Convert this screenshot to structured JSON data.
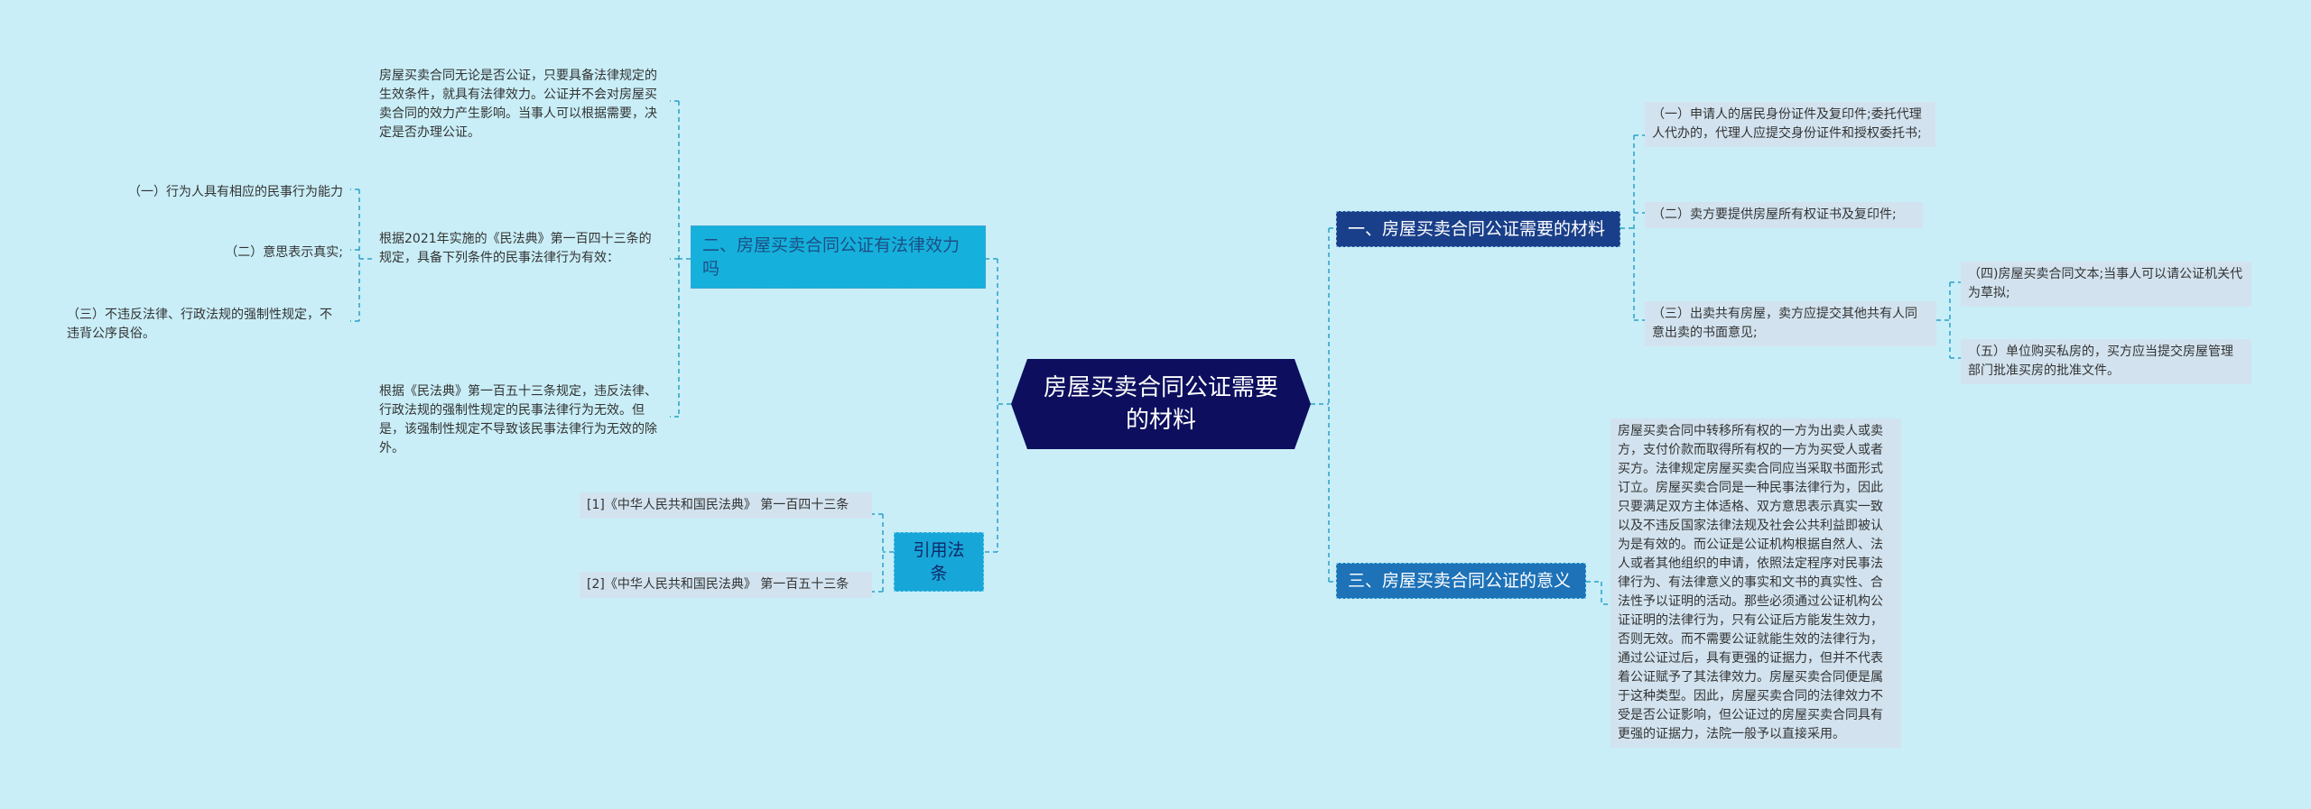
{
  "root": {
    "title": "房屋买卖合同公证需要的材料"
  },
  "branches": {
    "b1": {
      "label": "一、房屋买卖合同公证需要的材料",
      "items": [
        "（一）申请人的居民身份证件及复印件;委托代理人代办的，代理人应提交身份证件和授权委托书;",
        "（二）卖方要提供房屋所有权证书及复印件;",
        "（三）出卖共有房屋，卖方应提交其他共有人同意出卖的书面意见;"
      ],
      "sub_items": [
        "（四)房屋买卖合同文本;当事人可以请公证机关代为草拟;",
        "（五）单位购买私房的，买方应当提交房屋管理部门批准买房的批准文件。"
      ]
    },
    "b2": {
      "label": "二、房屋买卖合同公证有法律效力吗",
      "items": [
        "房屋买卖合同无论是否公证，只要具备法律规定的生效条件，就具有法律效力。公证并不会对房屋买卖合同的效力产生影响。当事人可以根据需要，决定是否办理公证。",
        "根据2021年实施的《民法典》第一百四十三条的规定，具备下列条件的民事法律行为有效：",
        "根据《民法典》第一百五十三条规定，违反法律、行政法规的强制性规定的民事法律行为无效。但是，该强制性规定不导致该民事法律行为无效的除外。"
      ],
      "sub_items": [
        "（一）行为人具有相应的民事行为能力",
        "（二）意思表示真实;",
        "（三）不违反法律、行政法规的强制性规定，不违背公序良俗。"
      ]
    },
    "b3": {
      "label": "三、房屋买卖合同公证的意义",
      "text": "房屋买卖合同中转移所有权的一方为出卖人或卖方，支付价款而取得所有权的一方为买受人或者买方。法律规定房屋买卖合同应当采取书面形式订立。房屋买卖合同是一种民事法律行为，因此只要满足双方主体适格、双方意思表示真实一致以及不违反国家法律法规及社会公共利益即被认为是有效的。而公证是公证机构根据自然人、法人或者其他组织的申请，依照法定程序对民事法律行为、有法律意义的事实和文书的真实性、合法性予以证明的活动。那些必须通过公证机构公证证明的法律行为，只有公证后方能发生效力，否则无效。而不需要公证就能生效的法律行为，通过公证过后，具有更强的证据力，但并不代表着公证赋予了其法律效力。房屋买卖合同便是属于这种类型。因此，房屋买卖合同的法律效力不受是否公证影响，但公证过的房屋买卖合同具有更强的证据力，法院一般予以直接采用。"
    },
    "b4": {
      "label": "引用法条",
      "items": [
        "[1]《中华人民共和国民法典》 第一百四十三条",
        "[2]《中华人民共和国民法典》 第一百五十三条"
      ]
    }
  },
  "colors": {
    "background": "#c9eef7",
    "root": "#0d0f5e",
    "branch_dark": "#1a3f8a",
    "branch_mid": "#1d72b8",
    "branch_cyan": "#15b1dc",
    "leaf_box": "#d2e3ef",
    "connector": "#2aa1c9"
  }
}
